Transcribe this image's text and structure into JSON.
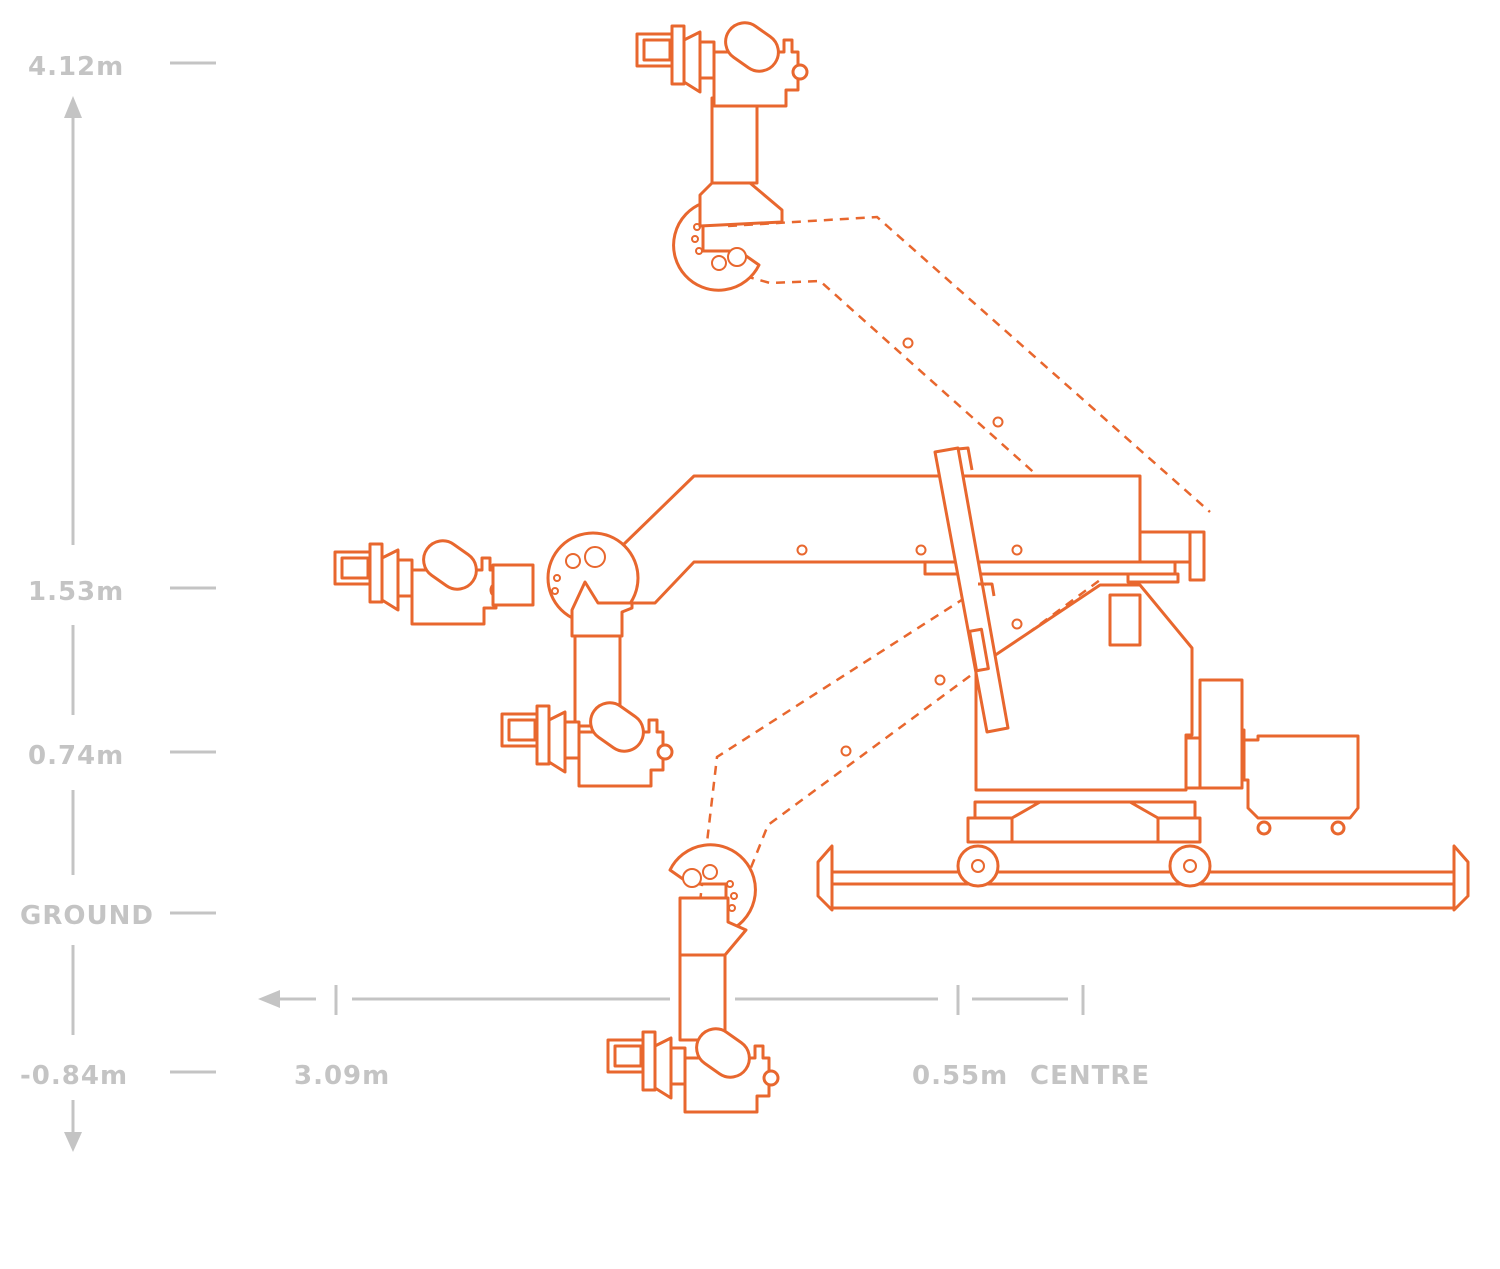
{
  "vertical_scale": {
    "labels": [
      "4.12m",
      "1.53m",
      "0.74m",
      "GROUND",
      "-0.84m"
    ]
  },
  "horizontal_scale": {
    "labels": [
      "3.09m",
      "0.55m",
      "CENTRE"
    ]
  },
  "colors": {
    "crane": "#e8672e",
    "dimension": "#c4c4c4",
    "background": "#ffffff"
  }
}
